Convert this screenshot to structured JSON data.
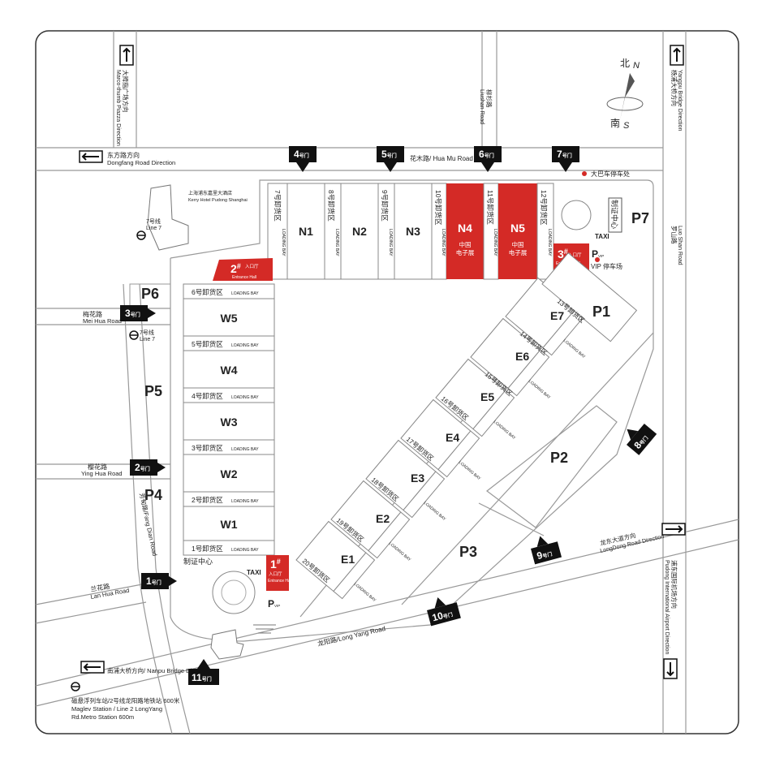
{
  "compass": {
    "north_cn": "北",
    "north_en": "N",
    "south_cn": "南",
    "south_en": "S"
  },
  "roads": {
    "huamu": "花木路/ Hua Mu Road",
    "liushan_cn": "柳杉路",
    "liushan_en": "Liushan Road",
    "dongfang_cn": "东方路方向",
    "dongfang_en": "Dongfang Road Direction",
    "daxian_cn": "大拇指广场方向",
    "daxian_en": "Marco-thumb Piazza Direction",
    "yangpu_cn": "杨浦大桥方向",
    "yangpu_en": "Yangpu Bridge Direction",
    "luoshan_cn": "罗山路",
    "luoshan_en": "Luo Shan Road",
    "meihua_cn": "梅花路",
    "meihua_en": "Mei Hua Road",
    "yinghua_cn": "樱花路",
    "yinghua_en": "Ying Hua Road",
    "fangdian_cn": "芳甸路",
    "fangdian_en": "Fang Dian Road",
    "lanhua_cn": "兰花路",
    "lanhua_en": "Lan Hua Road",
    "nanpu_cn": "南浦大桥方向",
    "nanpu_en": "Nanpu Bridge Direction",
    "longyang_cn": "龙阳路",
    "longyang_en": "Long Yang Road",
    "longdong_cn": "龙东大道方向",
    "longdong_en": "LongDong Road Direction",
    "pudong_airport_cn": "浦东国际机场方向",
    "pudong_airport_en": "Pudong International Airport Direction"
  },
  "hotel": {
    "cn": "上海浦东嘉里大酒店",
    "en": "Kerry Hotel Pudong Shanghai"
  },
  "metro": {
    "line7_cn": "7号线",
    "line7_en": "Line 7"
  },
  "station_note": {
    "cn": "磁悬浮列车站/2号线龙阳路地铁站 600米",
    "en1": "Maglev Station / Line 2 LongYang",
    "en2": "Rd.Metro Station 600m"
  },
  "gates": {
    "g1": "1",
    "g2": "2",
    "g3": "3",
    "g4": "4",
    "g5": "5",
    "g6": "6",
    "g7": "7",
    "g8": "8",
    "g9": "9",
    "g10": "10",
    "g11": "11",
    "suffix": "号门"
  },
  "halls": {
    "n1": "N1",
    "n2": "N2",
    "n3": "N3",
    "n4": "N4",
    "n5": "N5",
    "n4_sub1": "中国",
    "n4_sub2": "电子展",
    "n5_sub1": "中国",
    "n5_sub2": "电子展",
    "w1": "W1",
    "w2": "W2",
    "w3": "W3",
    "w4": "W4",
    "w5": "W5",
    "e1": "E1",
    "e2": "E2",
    "e3": "E3",
    "e4": "E4",
    "e5": "E5",
    "e6": "E6",
    "e7": "E7"
  },
  "loading": {
    "en": "LOADING BAY",
    "b1": "1号卸货区",
    "b2": "2号卸货区",
    "b3": "3号卸货区",
    "b4": "4号卸货区",
    "b5": "5号卸货区",
    "b6": "6号卸货区",
    "b13": "13号卸货区",
    "b14": "14号卸货区",
    "b15": "15号卸货区",
    "b16": "16号卸货区",
    "b17": "17号卸货区",
    "b18": "18号卸货区",
    "b19": "19号卸货区",
    "b20": "20号卸货区",
    "v7": "7号卸货区",
    "v8": "8号卸货区",
    "v9": "9号卸货区",
    "v10": "10号卸货区",
    "v11": "11号卸货区",
    "v12": "12号卸货区"
  },
  "parking": {
    "p1": "P1",
    "p2": "P2",
    "p3": "P3",
    "p4": "P4",
    "p5": "P5",
    "p6": "P6",
    "p7": "P7",
    "p": "P",
    "vip": "VIP",
    "vip_parking": "VIP 停车场"
  },
  "entrances": {
    "e1_num": "1",
    "e2_num": "2",
    "e3_num": "3",
    "hash": "#",
    "cn": "入口厅",
    "en": "Entrance Hall"
  },
  "misc": {
    "registration": "制证中心",
    "taxi": "TAXI",
    "bus": "大巴车停车处"
  },
  "colors": {
    "accent_red": "#d42a26",
    "gate_black": "#111111"
  }
}
